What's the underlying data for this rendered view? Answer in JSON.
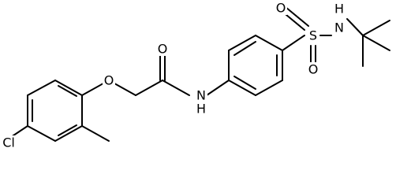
{
  "molecule": {
    "atom_labels": {
      "cl": "Cl",
      "o_ether": "O",
      "o_carbonyl": "O",
      "n_amide": "N",
      "h_amide": "H",
      "s_sulfonyl": "S",
      "o_sulfonyl_left": "O",
      "o_sulfonyl_bottom": "O",
      "n_sulfonamide": "N",
      "h_sulfonamide": "H"
    }
  }
}
